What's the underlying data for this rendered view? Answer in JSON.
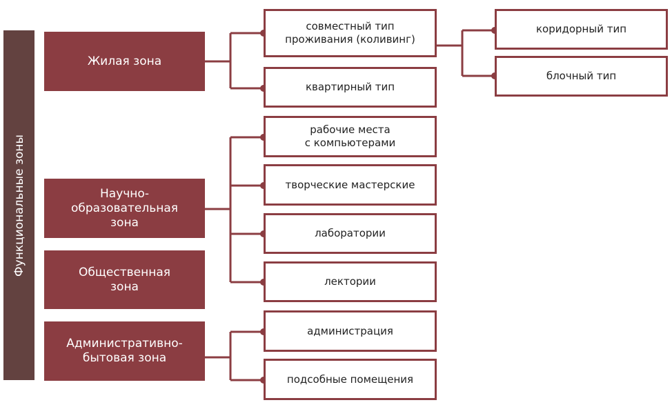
{
  "title": "Функциональные зоны",
  "colors": {
    "sidebar": "#634240",
    "accent": "#8b3d42"
  },
  "zones": [
    "Жилая зона",
    "Научно-образовательная зона",
    "Общественная зона",
    "Административно-бытовая зона"
  ],
  "zone_lines": [
    [
      "Жилая зона"
    ],
    [
      "Научно-",
      "образовательная",
      "зона"
    ],
    [
      "Общественная",
      "зона"
    ],
    [
      "Административно-",
      "бытовая зона"
    ]
  ],
  "residential": [
    [
      "совместный тип",
      "проживания (коливинг)"
    ],
    [
      "квартирный тип"
    ]
  ],
  "coliving": [
    "коридорный тип",
    "блочный тип"
  ],
  "education": [
    [
      "рабочие места",
      "с компьютерами"
    ],
    [
      "творческие мастерские"
    ],
    [
      "лаборатории"
    ],
    [
      "лектории"
    ]
  ],
  "admin": [
    "администрация",
    "подсобные помещения"
  ]
}
